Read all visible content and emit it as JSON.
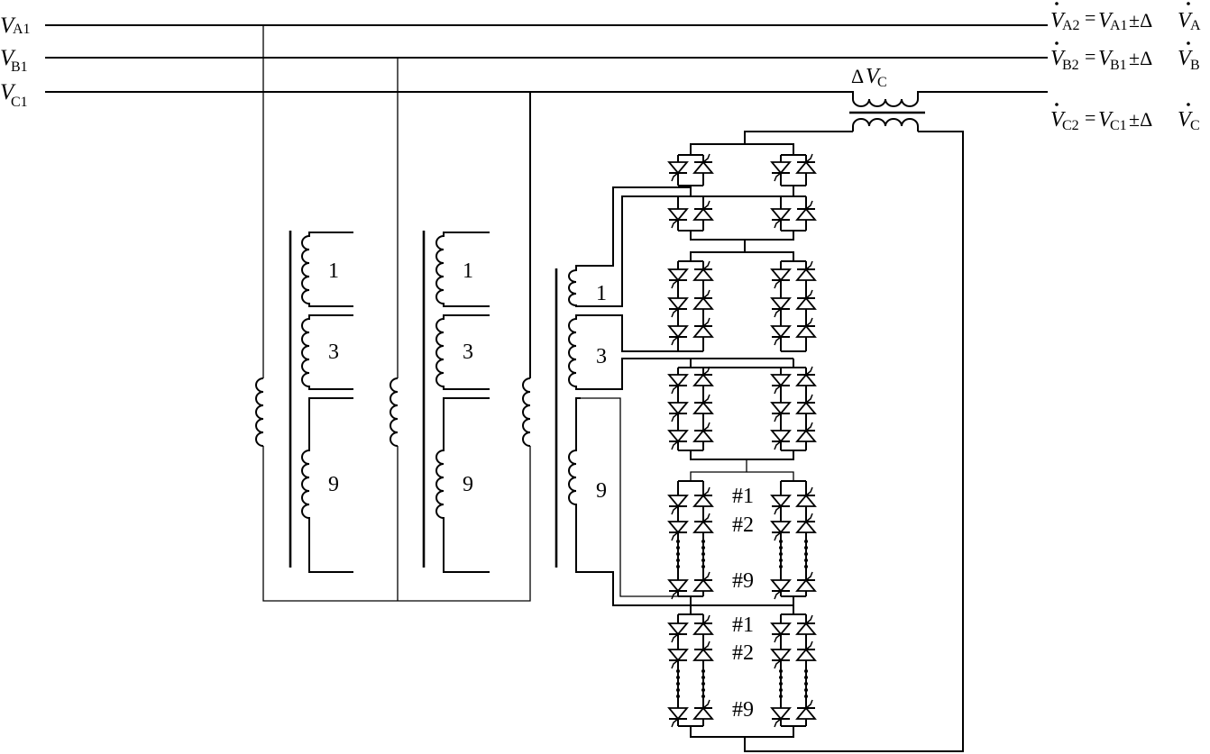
{
  "diagram": {
    "inputs": [
      {
        "main": "V",
        "sub": "A1"
      },
      {
        "main": "V",
        "sub": "B1"
      },
      {
        "main": "V",
        "sub": "C1"
      }
    ],
    "outputs": [
      {
        "lhs_main": "V",
        "lhs_sub": "A2",
        "eq": "=",
        "rhs_main": "V",
        "rhs_sub": "A1",
        "op": "±Δ",
        "delta_main": "V",
        "delta_sub": "A"
      },
      {
        "lhs_main": "V",
        "lhs_sub": "B2",
        "eq": "=",
        "rhs_main": "V",
        "rhs_sub": "B1",
        "op": "±Δ",
        "delta_main": "V",
        "delta_sub": "B"
      },
      {
        "lhs_main": "V",
        "lhs_sub": "C2",
        "eq": "=",
        "rhs_main": "V",
        "rhs_sub": "C1",
        "op": "±Δ",
        "delta_main": "V",
        "delta_sub": "C"
      }
    ],
    "series_transformer": {
      "prefix": "Δ",
      "main": "V",
      "sub": "C"
    },
    "transformers": [
      {
        "phase": "A",
        "windings": [
          "1",
          "3",
          "9"
        ]
      },
      {
        "phase": "B",
        "windings": [
          "1",
          "3",
          "9"
        ]
      },
      {
        "phase": "C",
        "windings": [
          "1",
          "3",
          "9"
        ]
      }
    ],
    "thyristor_stages": {
      "stage9_upper": [
        "#1",
        "#2",
        "#9"
      ],
      "stage9_lower": [
        "#1",
        "#2",
        "#9"
      ]
    },
    "colors": {
      "line": "#000000",
      "background": "#ffffff"
    }
  }
}
